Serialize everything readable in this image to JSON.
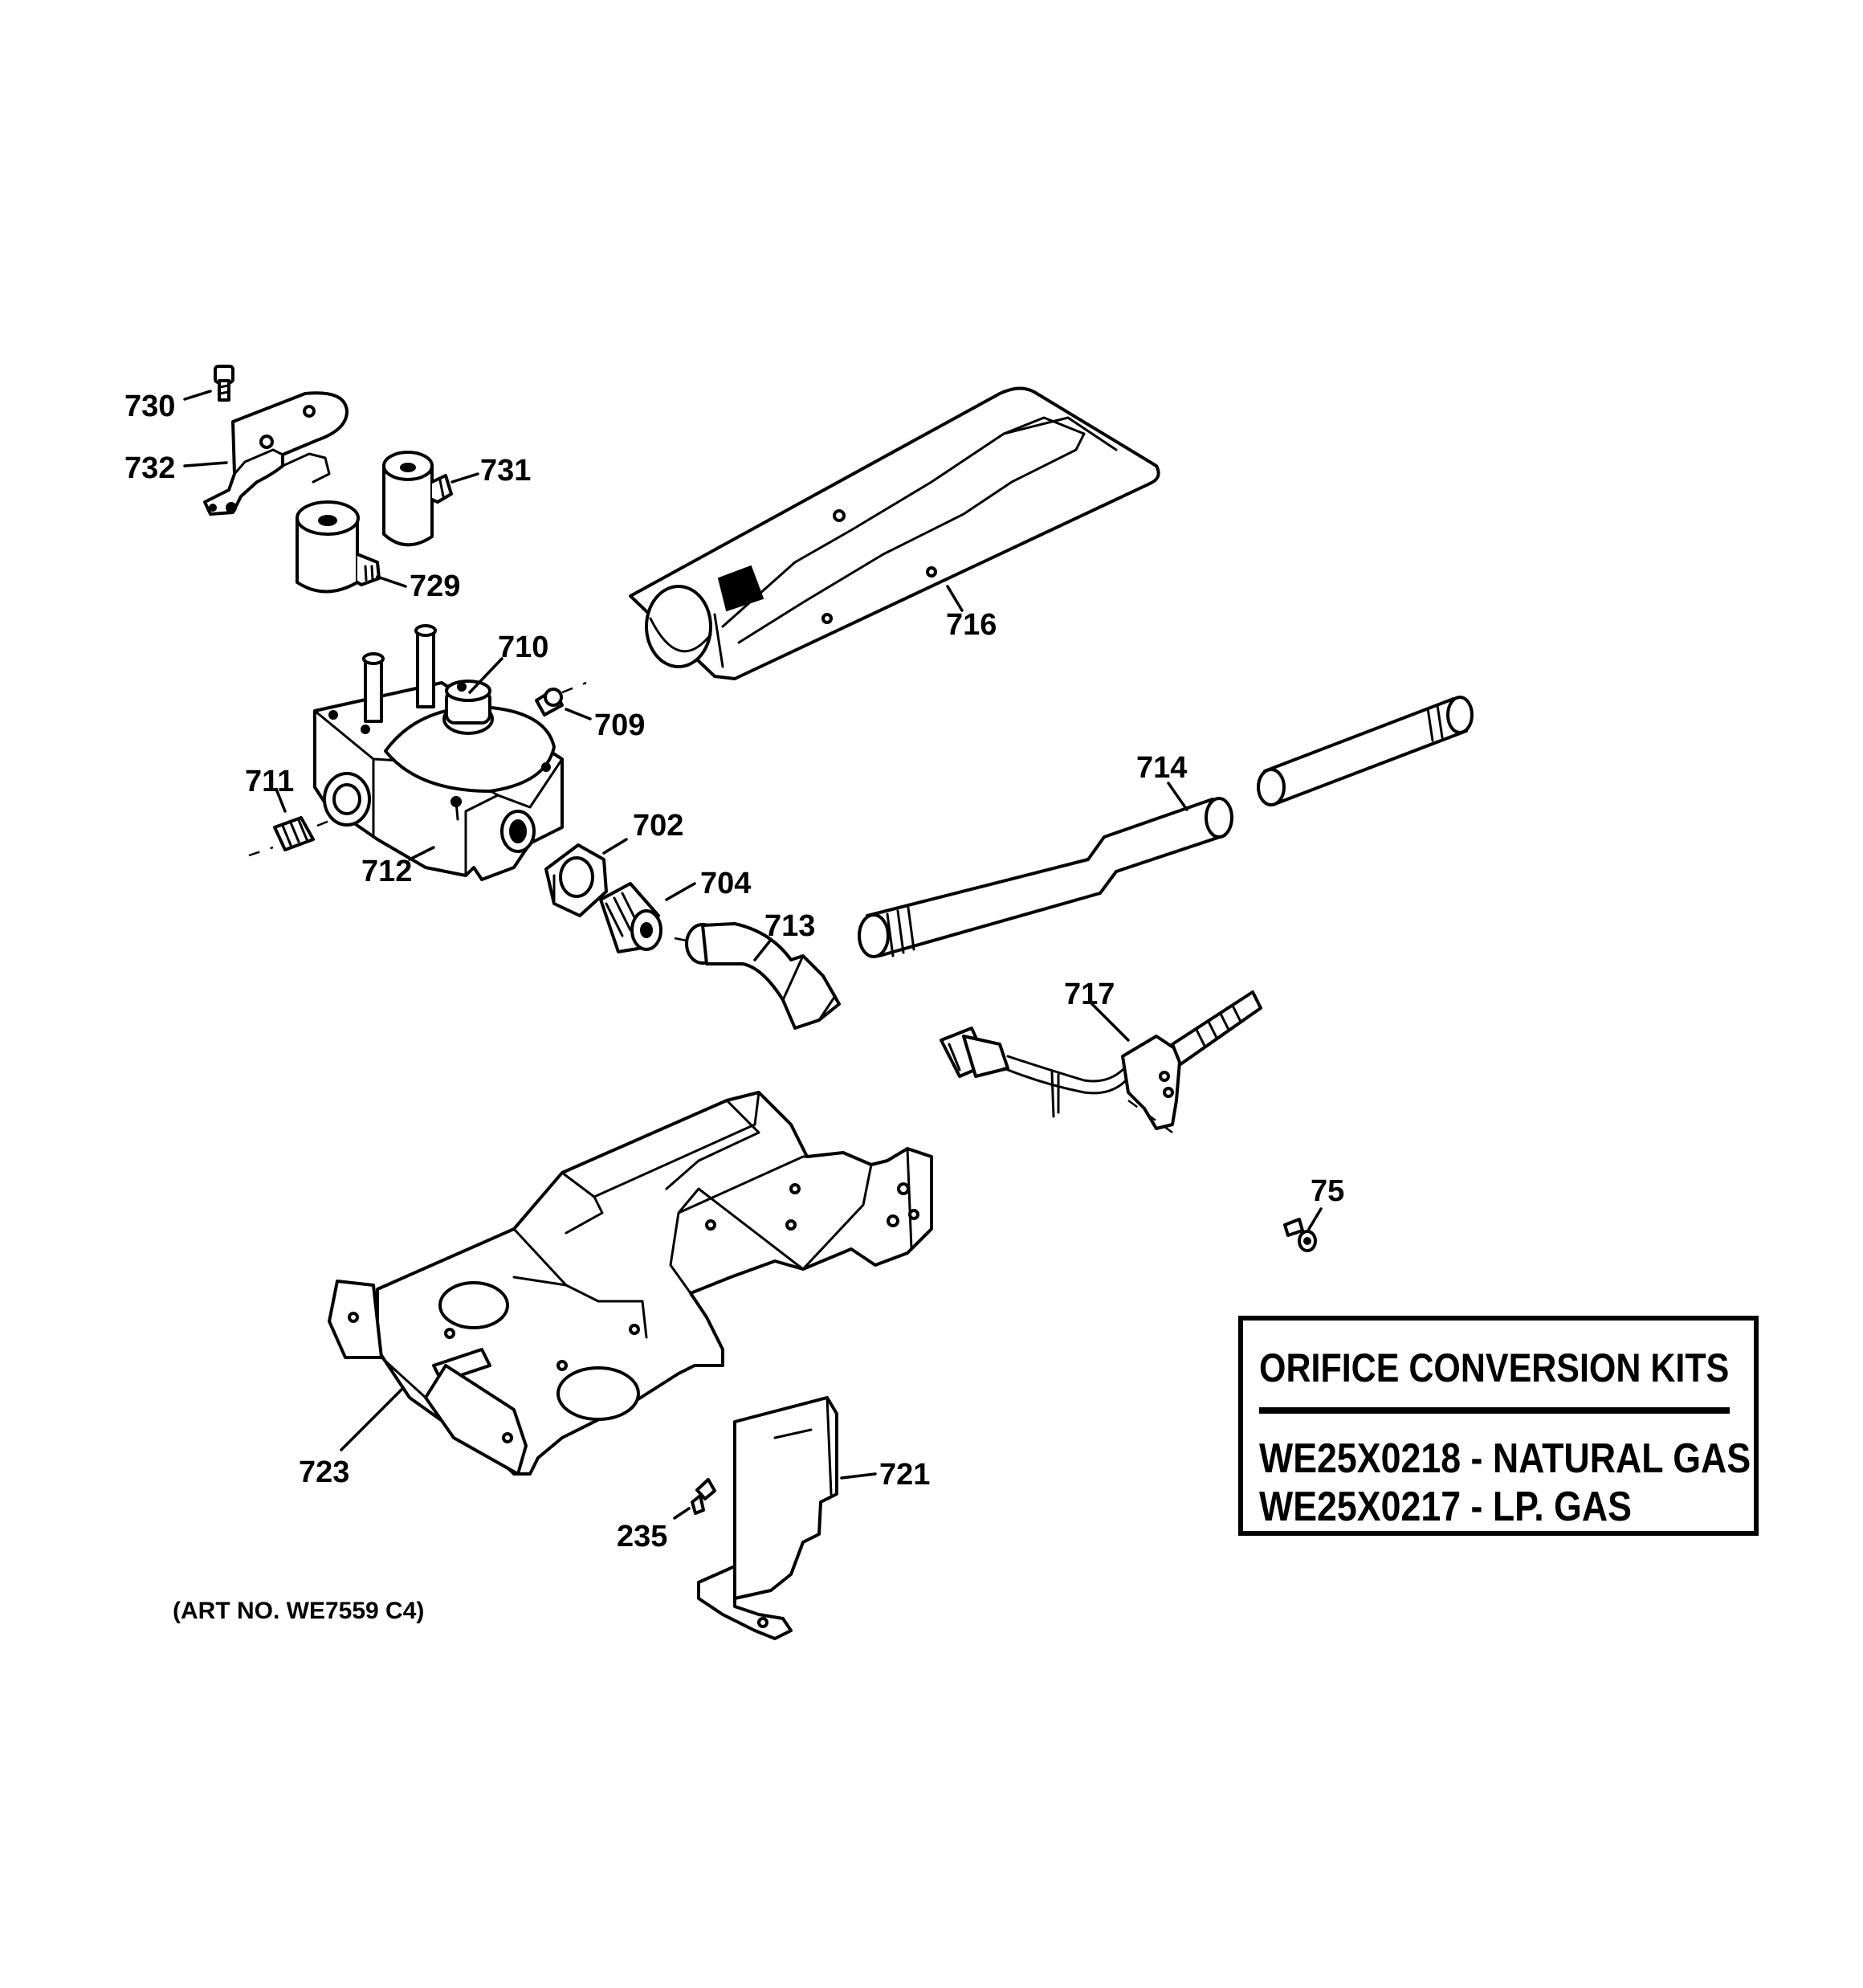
{
  "callouts": [
    {
      "id": "730",
      "label": "730"
    },
    {
      "id": "732",
      "label": "732"
    },
    {
      "id": "731",
      "label": "731"
    },
    {
      "id": "729",
      "label": "729"
    },
    {
      "id": "716",
      "label": "716"
    },
    {
      "id": "710",
      "label": "710"
    },
    {
      "id": "709",
      "label": "709"
    },
    {
      "id": "711",
      "label": "711"
    },
    {
      "id": "712",
      "label": "712"
    },
    {
      "id": "702",
      "label": "702"
    },
    {
      "id": "704",
      "label": "704"
    },
    {
      "id": "713",
      "label": "713"
    },
    {
      "id": "714",
      "label": "714"
    },
    {
      "id": "717",
      "label": "717"
    },
    {
      "id": "75",
      "label": "75"
    },
    {
      "id": "723",
      "label": "723"
    },
    {
      "id": "721",
      "label": "721"
    },
    {
      "id": "235",
      "label": "235"
    }
  ],
  "kit_box": {
    "title": "ORIFICE CONVERSION KITS",
    "lines": [
      "WE25X0218 - NATURAL GAS",
      "WE25X0217 - LP. GAS"
    ]
  },
  "art_number": "(ART NO. WE7559 C4)"
}
